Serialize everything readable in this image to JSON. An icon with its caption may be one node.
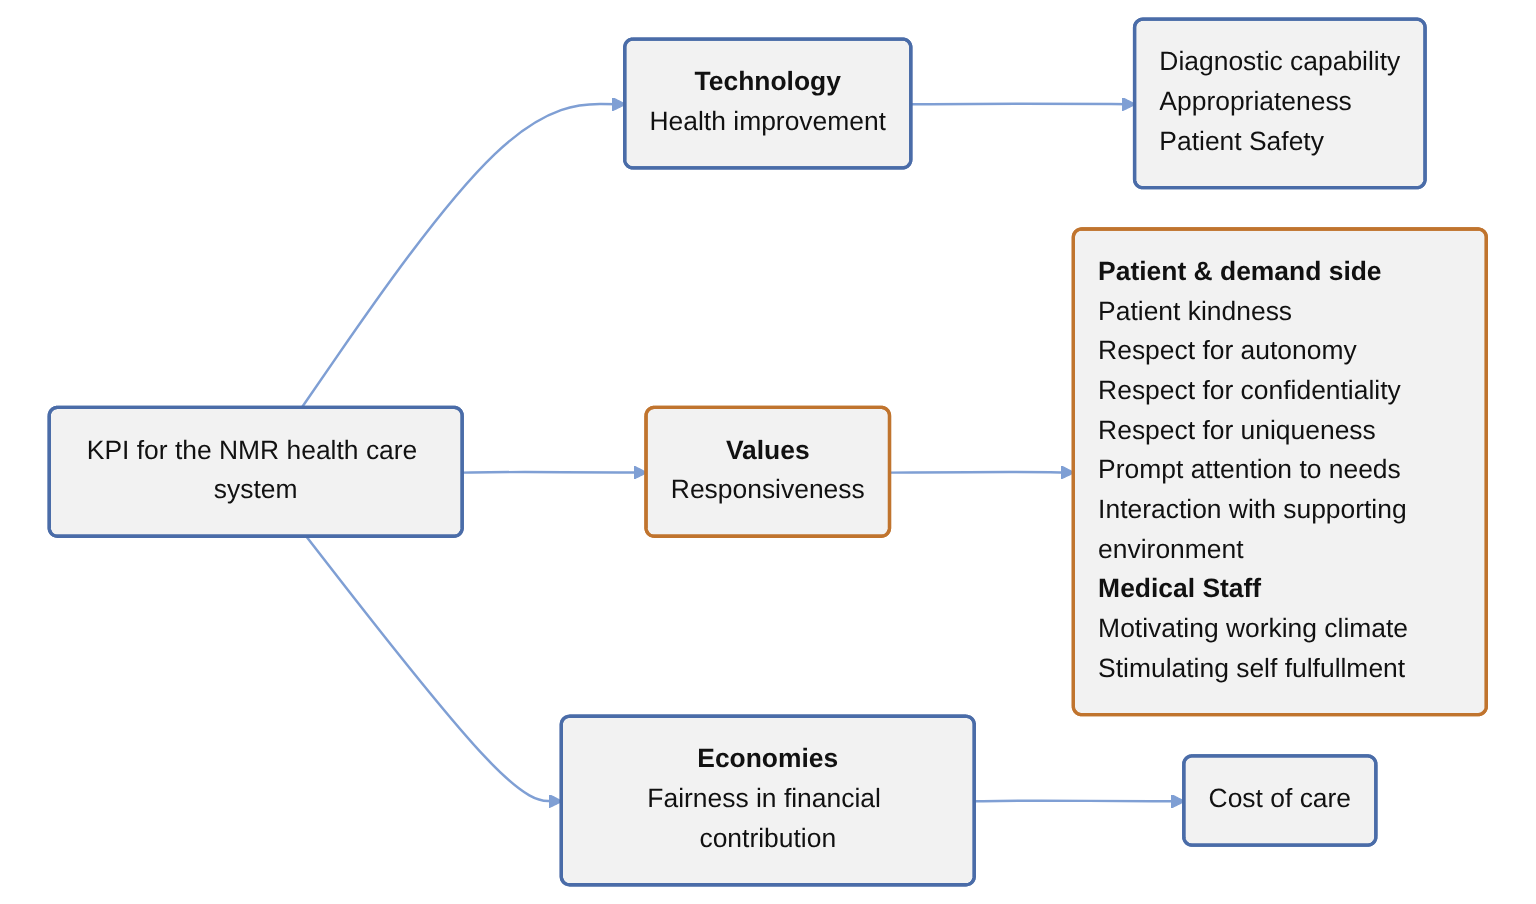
{
  "diagram": {
    "nodes": [
      {
        "text": [
          "KPI for the NMR health care system"
        ]
      },
      {
        "text": [
          "Technology",
          "Health improvement"
        ]
      },
      {
        "text": [
          "Values",
          "Responsiveness"
        ]
      },
      {
        "text": [
          "Economies",
          "Fairness in financial contribution"
        ]
      },
      {
        "text": [
          "Diagnostic capability",
          "Appropriateness",
          "Patient Safety"
        ]
      },
      {
        "text": [
          "Patient & demand side",
          "Patient kindness",
          "Respect for autonomy",
          "Respect for confidentiality",
          "Respect for uniqueness",
          "Prompt attention to needs",
          "Interaction with supporting environment",
          "Medical Staff",
          "Motivating working climate",
          "Stimulating self fulfullment"
        ]
      },
      {
        "text": [
          "Cost of care"
        ]
      }
    ],
    "edges": [
      {
        "from": 0,
        "to": 1,
        "arrow": "to"
      },
      {
        "from": 0,
        "to": 2,
        "arrow": "to"
      },
      {
        "from": 0,
        "to": 3,
        "arrow": "to"
      },
      {
        "from": 1,
        "to": 4,
        "arrow": "to"
      },
      {
        "from": 2,
        "to": 5,
        "arrow": "to"
      },
      {
        "from": 3,
        "to": 6,
        "arrow": "to"
      }
    ]
  }
}
